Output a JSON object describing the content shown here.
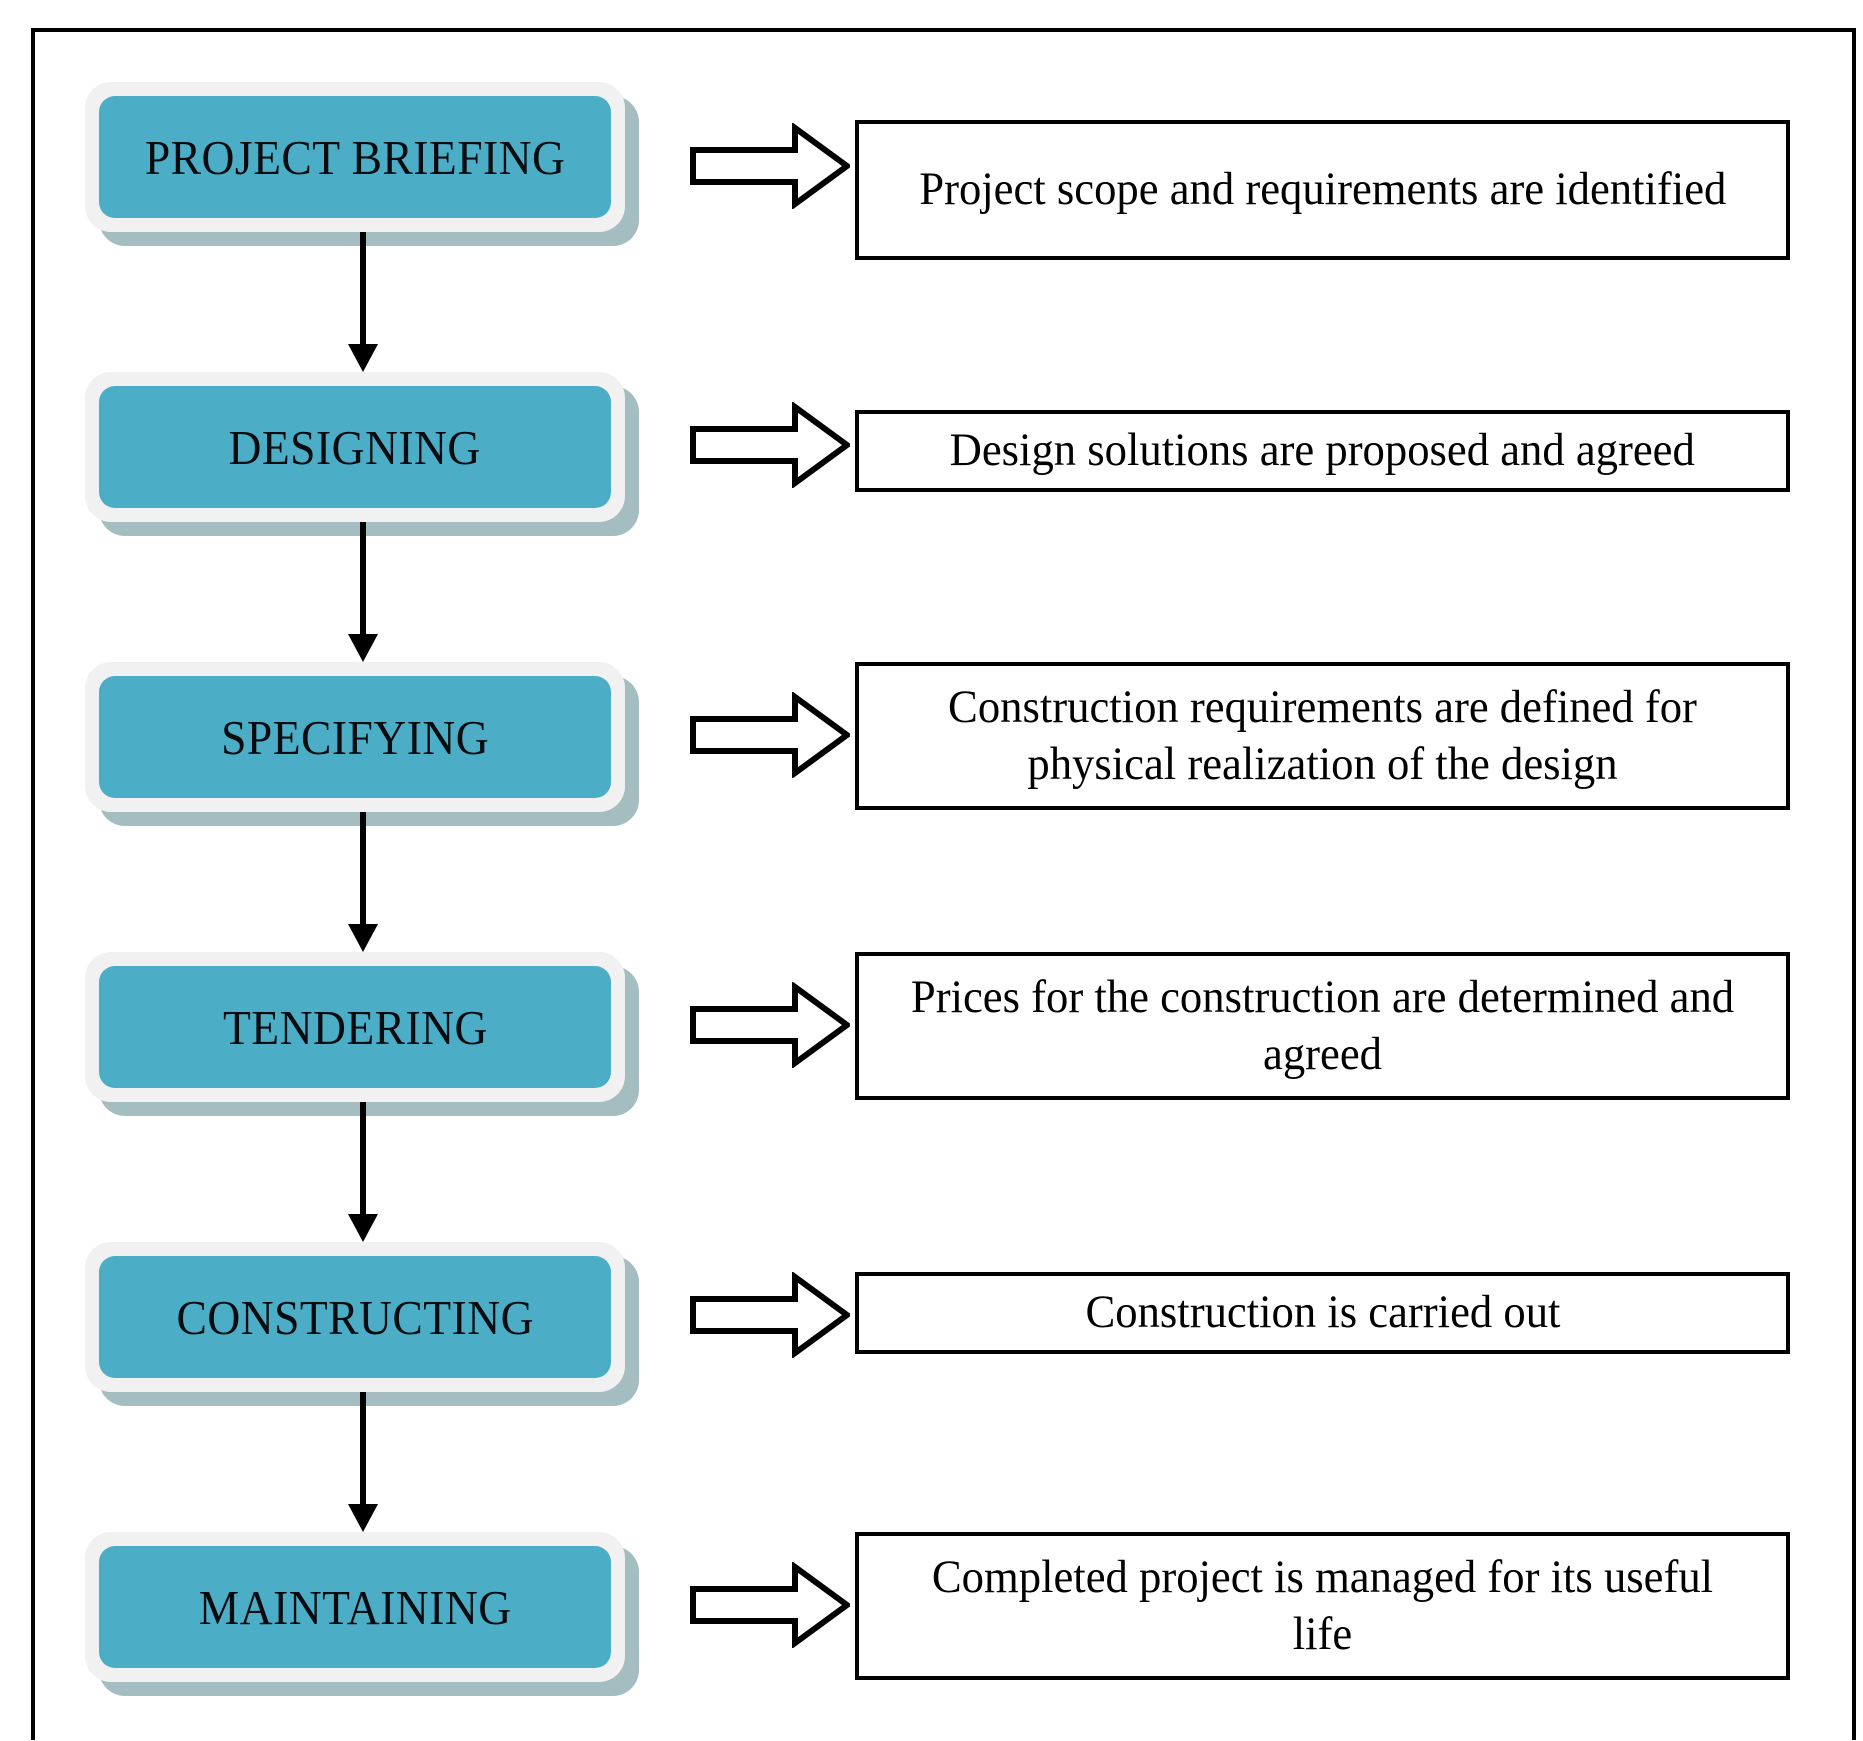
{
  "diagram": {
    "title": "Construction project process flow",
    "accent_color": "#4CADC6",
    "ring_color": "#F1F1F1",
    "shadow_color": "#93B2B6",
    "border_color": "#000000",
    "stages": [
      {
        "id": "project-briefing",
        "label": "PROJECT BRIEFING",
        "description": "Project scope and requirements are identified"
      },
      {
        "id": "designing",
        "label": "DESIGNING",
        "description": "Design solutions are proposed and agreed"
      },
      {
        "id": "specifying",
        "label": "SPECIFYING",
        "description": "Construction requirements are defined for physical realization of the design"
      },
      {
        "id": "tendering",
        "label": "TENDERING",
        "description": "Prices for the construction are determined and agreed"
      },
      {
        "id": "constructing",
        "label": "CONSTRUCTING",
        "description": "Construction is carried out"
      },
      {
        "id": "maintaining",
        "label": "MAINTAINING",
        "description": "Completed project is managed for its useful life"
      }
    ],
    "icons": {
      "flow_connector": "down-arrow-icon",
      "callout_connector": "right-block-arrow-icon"
    }
  }
}
